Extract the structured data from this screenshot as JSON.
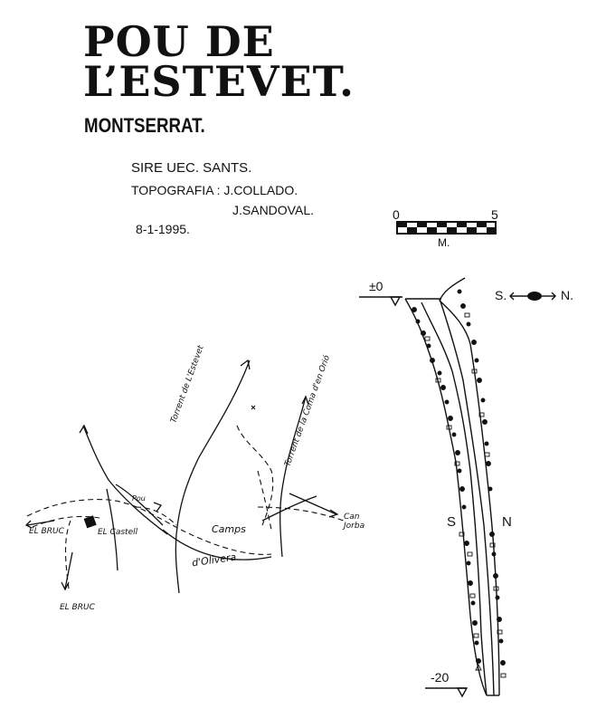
{
  "title": {
    "line1": "POU DE",
    "line2": "L’ESTEVET."
  },
  "subtitle": "MONTSERRAT.",
  "credits": {
    "group": "SIRE UEC. SANTS.",
    "topo_label": "TOPOGRAFIA : J.COLLADO.",
    "topo_name2": "J.SANDOVAL.",
    "date": "8-1-1995."
  },
  "scale": {
    "start": "0",
    "end": "5",
    "unit": "M."
  },
  "section": {
    "top_level": "±0",
    "bottom_level": "-20",
    "orientation": {
      "south": "S.",
      "north": "N."
    },
    "side_south": "S",
    "side_north": "N"
  },
  "map": {
    "labels": {
      "torrent_estevet": "Torrent de L'Estevet",
      "torrent_olivera": "Torrent de la Coma d'en Orió",
      "el_bruc_1": "EL BRUC",
      "el_bruc_2": "EL BRUC",
      "el_castell": "EL Castell",
      "camps": "Camps",
      "olivera": "d'Olivera",
      "can_jorba": "Can Jorba",
      "pou": "Pou"
    }
  }
}
